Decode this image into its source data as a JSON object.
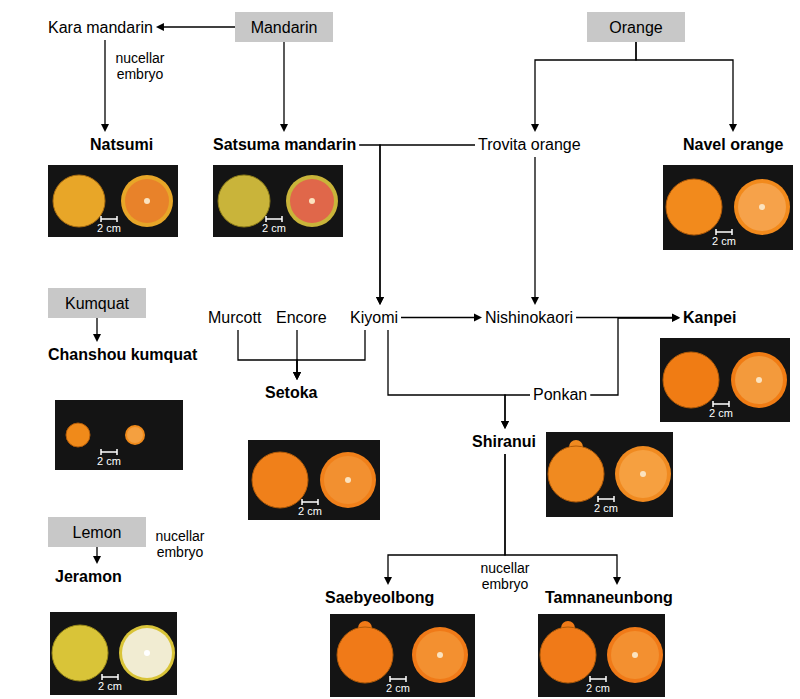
{
  "diagram": {
    "nodes": [
      {
        "text": [
          "Kara mandarin"
        ]
      },
      {
        "text": [
          "Mandarin"
        ]
      },
      {
        "text": [
          "Orange"
        ]
      },
      {
        "text": [
          "Natsumi"
        ]
      },
      {
        "text": [
          "Satsuma mandarin"
        ]
      },
      {
        "text": [
          "Trovita orange"
        ]
      },
      {
        "text": [
          "Navel orange"
        ]
      },
      {
        "text": [
          "Kumquat"
        ]
      },
      {
        "text": [
          "Murcott"
        ]
      },
      {
        "text": [
          "Encore"
        ]
      },
      {
        "text": [
          "Kiyomi"
        ]
      },
      {
        "text": [
          "Nishinokaori"
        ]
      },
      {
        "text": [
          "Kanpei"
        ]
      },
      {
        "text": [
          "Chanshou kumquat"
        ]
      },
      {
        "text": [
          "Setoka"
        ]
      },
      {
        "text": [
          "Ponkan"
        ]
      },
      {
        "text": [
          "Shiranui"
        ]
      },
      {
        "text": [
          "Lemon"
        ]
      },
      {
        "text": [
          "Jeramon"
        ]
      },
      {
        "text": [
          "Saebyeolbong"
        ]
      },
      {
        "text": [
          "Tamnaneunbong"
        ]
      }
    ],
    "edges": [
      {
        "from": 1,
        "to": 0,
        "arrow": "to"
      },
      {
        "from": 0,
        "to": 3,
        "arrow": "to",
        "label": "nucellar embryo"
      },
      {
        "from": 1,
        "to": 4,
        "arrow": "to"
      },
      {
        "from": 2,
        "to": 5,
        "arrow": "to"
      },
      {
        "from": 2,
        "to": 6,
        "arrow": "to"
      },
      {
        "from": 4,
        "to": 10,
        "arrow": "to"
      },
      {
        "from": 5,
        "to": 10,
        "arrow": "to"
      },
      {
        "from": 5,
        "to": 11,
        "arrow": "to"
      },
      {
        "from": 10,
        "to": 11,
        "arrow": "to"
      },
      {
        "from": 11,
        "to": 12,
        "arrow": "to"
      },
      {
        "from": 15,
        "to": 12,
        "arrow": "to"
      },
      {
        "from": 8,
        "to": 14,
        "arrow": "to"
      },
      {
        "from": 9,
        "to": 14,
        "arrow": "to"
      },
      {
        "from": 10,
        "to": 14,
        "arrow": "to"
      },
      {
        "from": 10,
        "to": 16,
        "arrow": "to"
      },
      {
        "from": 15,
        "to": 16,
        "arrow": "to"
      },
      {
        "from": 16,
        "to": 19,
        "arrow": "to",
        "label": "nucellar embryo"
      },
      {
        "from": 16,
        "to": 20,
        "arrow": "to"
      },
      {
        "from": 7,
        "to": 13,
        "arrow": "to"
      },
      {
        "from": 17,
        "to": 18,
        "arrow": "to",
        "label": "nucellar embryo"
      }
    ],
    "labels": [
      "2 cm",
      "2 cm",
      "2 cm",
      "2 cm",
      "2 cm",
      "2 cm",
      "2 cm",
      "2 cm",
      "2 cm",
      "2 cm"
    ]
  }
}
